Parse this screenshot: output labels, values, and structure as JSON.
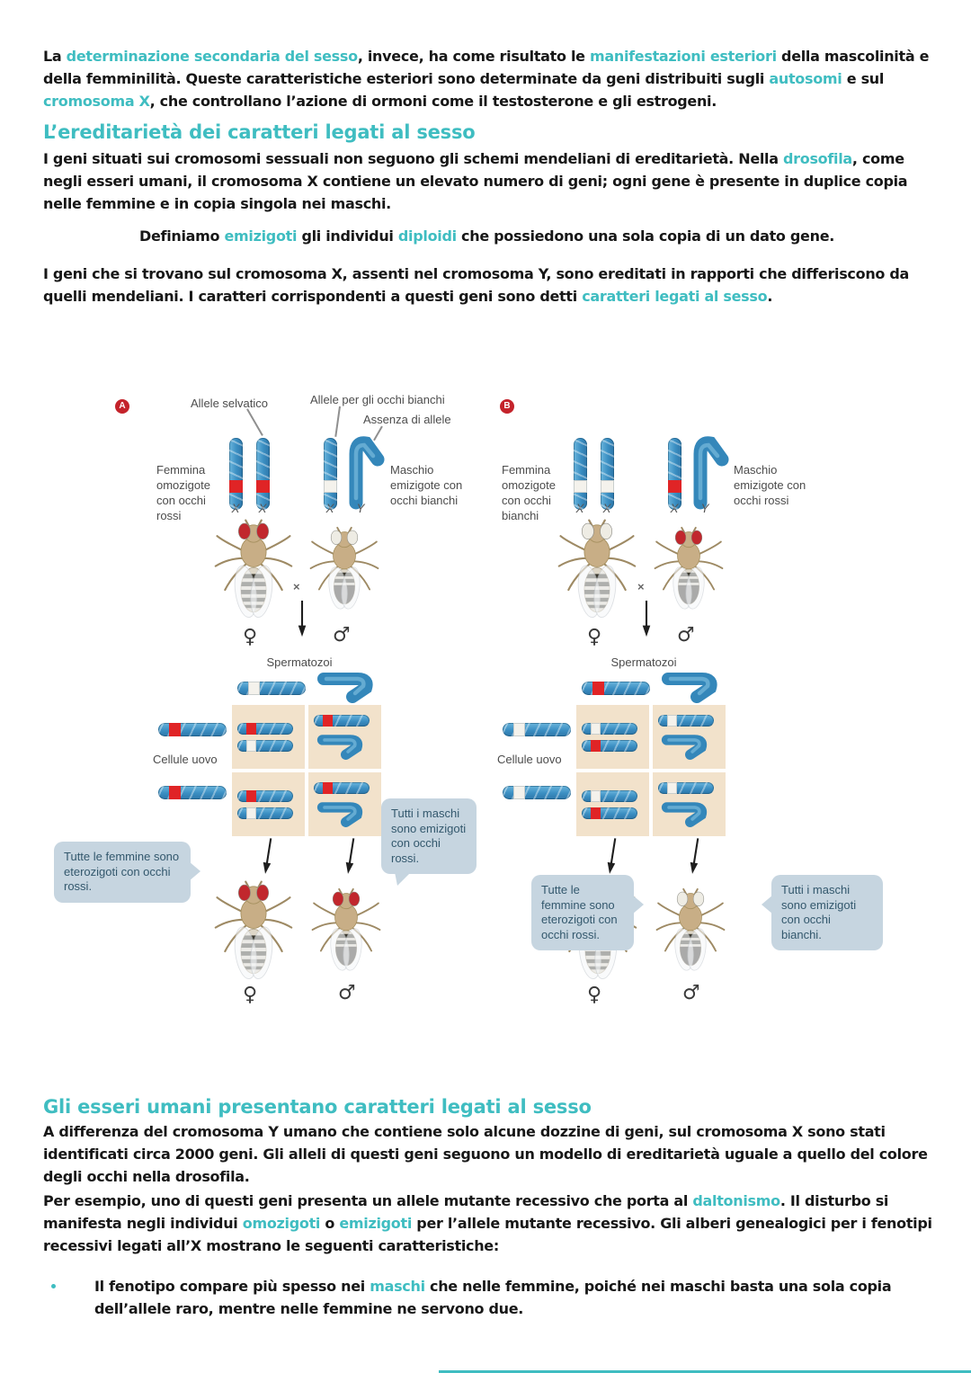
{
  "content": {
    "para1": {
      "segments": [
        {
          "t": "La ",
          "hl": false
        },
        {
          "t": "determinazione secondaria del sesso",
          "hl": true
        },
        {
          "t": ", invece, ha come risultato le ",
          "hl": false
        },
        {
          "t": "manifestazioni esteriori",
          "hl": true
        },
        {
          "t": " della mascolinità e della femminilità. Queste caratteristiche esteriori sono determinate da geni distribuiti sugli ",
          "hl": false
        },
        {
          "t": "autosomi",
          "hl": true
        },
        {
          "t": " e sul ",
          "hl": false
        },
        {
          "t": "cromosoma X",
          "hl": true
        },
        {
          "t": ", che controllano l’azione di ormoni come il testosterone e gli estrogeni.",
          "hl": false
        }
      ]
    },
    "heading1": "L’ereditarietà dei caratteri legati al sesso",
    "para2": {
      "segments": [
        {
          "t": "I geni situati sui cromosomi sessuali non seguono gli schemi mendeliani di ereditarietà. Nella ",
          "hl": false
        },
        {
          "t": "drosofila",
          "hl": true
        },
        {
          "t": ", come negli esseri umani, il cromosoma X contiene un elevato numero di geni; ogni gene è presente in duplice copia nelle femmine e in copia singola nei maschi.",
          "hl": false
        }
      ]
    },
    "definition": {
      "segments": [
        {
          "t": "Definiamo ",
          "hl": false
        },
        {
          "t": "emizigoti",
          "hl": true
        },
        {
          "t": " gli individui ",
          "hl": false
        },
        {
          "t": "diploidi",
          "hl": true
        },
        {
          "t": " che possiedono una sola copia di un dato gene.",
          "hl": false
        }
      ]
    },
    "para3": {
      "segments": [
        {
          "t": "I geni che si trovano sul cromosoma X, assenti nel cromosoma Y, sono ereditati in rapporti che differiscono da quelli mendeliani. I caratteri corrispondenti a questi geni sono detti ",
          "hl": false
        },
        {
          "t": "caratteri legati al sesso",
          "hl": true
        },
        {
          "t": ".",
          "hl": false
        }
      ]
    },
    "heading2": "Gli esseri umani presentano caratteri legati al sesso",
    "para4": {
      "segments": [
        {
          "t": "A differenza del cromosoma Y umano che contiene solo alcune dozzine di geni, sul cromosoma X sono stati identificati circa 2000 geni. Gli alleli di questi geni seguono un modello di ereditarietà uguale a quello del colore degli occhi nella drosofila.",
          "hl": false
        }
      ]
    },
    "para5": {
      "segments": [
        {
          "t": "Per esempio, uno di questi geni presenta un allele mutante recessivo che porta al ",
          "hl": false
        },
        {
          "t": "daltonismo",
          "hl": true
        },
        {
          "t": ". Il disturbo si manifesta negli individui ",
          "hl": false
        },
        {
          "t": "omozigoti",
          "hl": true
        },
        {
          "t": " o ",
          "hl": false
        },
        {
          "t": "emizigoti",
          "hl": true
        },
        {
          "t": " per l’allele mutante recessivo. Gli alberi genealogici per i fenotipi recessivi legati all’X mostrano le seguenti caratteristiche:",
          "hl": false
        }
      ]
    },
    "bullet1": {
      "segments": [
        {
          "t": "Il fenotipo compare più spesso nei ",
          "hl": false
        },
        {
          "t": "maschi",
          "hl": true
        },
        {
          "t": " che nelle femmine, poiché nei maschi basta una sola copia dell’allele raro, mentre nelle femmine ne servono due.",
          "hl": false
        }
      ]
    }
  },
  "figure": {
    "common": {
      "spermatozoi_label": "Spermatozoi",
      "cellule_uovo_label": "Cellule uovo",
      "female_symbol": "♀",
      "male_symbol": "♂",
      "cross_symbol": "×",
      "x_label": "X",
      "y_label": "Y"
    },
    "panel_a": {
      "badge": "A",
      "allele_labels": {
        "selvatico": "Allele selvatico",
        "occhi_bianchi": "Allele per gli occhi bianchi",
        "assenza": "Assenza di allele"
      },
      "female_parent_caption": "Femmina omozigote con occhi rossi",
      "male_parent_caption": "Maschio emizigote con occhi bianchi",
      "parents": {
        "female_eyes": "occhi rossi",
        "male_eyes": "occhi bianchi"
      },
      "offspring": {
        "female_eyes": "occhi rossi",
        "male_eyes": "occhi rossi"
      },
      "callout_females": "Tutte le femmine sono eterozigoti con occhi rossi.",
      "callout_males": "Tutti i maschi sono emizigoti con occhi rossi."
    },
    "panel_b": {
      "badge": "B",
      "female_parent_caption": "Femmina omozigote con occhi bianchi",
      "male_parent_caption": "Maschio emizigote con occhi rossi",
      "parents": {
        "female_eyes": "occhi bianchi",
        "male_eyes": "occhi rossi"
      },
      "offspring": {
        "female_eyes": "occhi rossi",
        "male_eyes": "occhi bianchi"
      },
      "callout_females": "Tutte le femmine sono eterozigoti con occhi rossi.",
      "callout_males": "Tutti i maschi sono emizigoti con occhi bianchi."
    }
  },
  "colors": {
    "accent_teal": "#3fbdc1",
    "badge_red": "#c4232b",
    "chromosome_blue": "#3487ba",
    "allele_red_band": "#e02426",
    "allele_white_band": "#f4f2ec",
    "punnett_background": "#f2e2cb",
    "callout_background": "#c6d5e0",
    "callout_text": "#33586d",
    "fly_eye_red": "#c1272d",
    "fly_eye_white": "#eeece4"
  }
}
